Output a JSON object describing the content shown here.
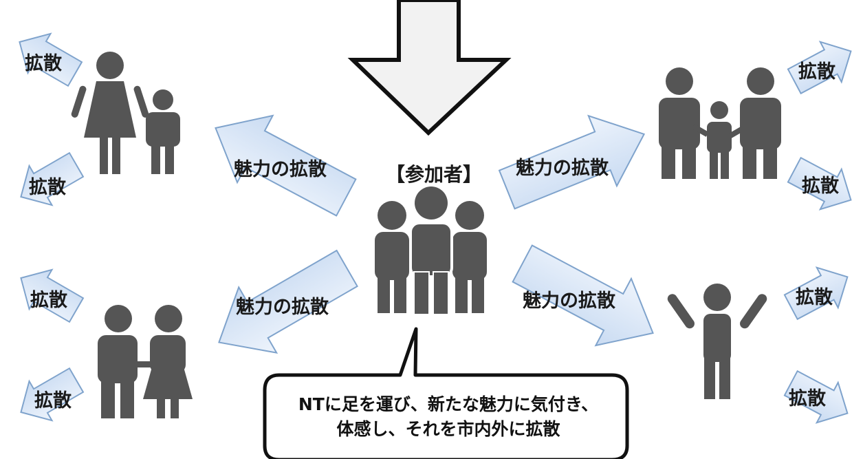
{
  "center": {
    "label": "【参加者】"
  },
  "arrows": {
    "main_label": "魅力の拡散",
    "edge_label": "拡散"
  },
  "bubble": {
    "line1": "NTに足を運び、新たな魅力に気付き、",
    "line2": "体感し、それを市内外に拡散"
  },
  "colors": {
    "figure": "#555555",
    "arrow_fill": "#dbe8f8",
    "arrow_stroke": "#7fa3cc",
    "outline": "#111111"
  }
}
